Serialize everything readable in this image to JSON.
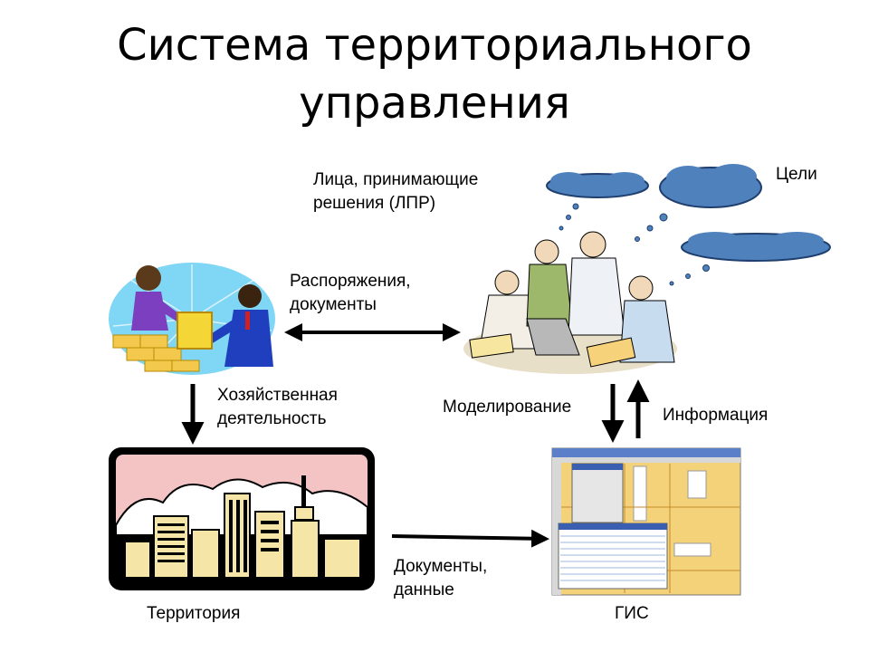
{
  "slide": {
    "title_line1": "Система территориального",
    "title_line2": "управления"
  },
  "labels": {
    "lpr_line1": "Лица, принимающие",
    "lpr_line2": "решения (ЛПР)",
    "goals": "Цели",
    "orders_line1": "Распоряжения,",
    "orders_line2": "документы",
    "economic_line1": "Хозяйственная",
    "economic_line2": "деятельность",
    "modeling": "Моделирование",
    "information": "Информация",
    "docs_line1": "Документы,",
    "docs_line2": "данные",
    "territory": "Территория",
    "gis": "ГИС"
  },
  "colors": {
    "cloud_fill": "#4f81bd",
    "cloud_stroke": "#1f3f6e",
    "arrow": "#000000",
    "city_sky": "#f4c4c4",
    "burst": "#7fd6f5",
    "gis_map": "#f3d27a"
  }
}
